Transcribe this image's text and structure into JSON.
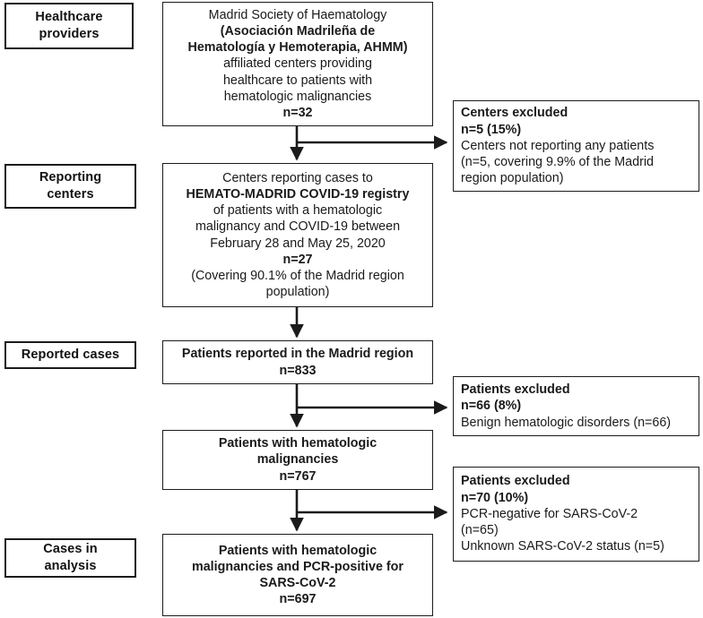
{
  "diagram": {
    "title": "HEMATO-MADRID COVID-19 registry patient flow diagram",
    "type": "flowchart",
    "line_color": "#1b1b1b",
    "background": "#ffffff"
  },
  "stage_labels": [
    {
      "id": "healthcare-providers",
      "lines": [
        "Healthcare",
        "providers"
      ]
    },
    {
      "id": "reporting-centers",
      "lines": [
        "Reporting",
        "centers"
      ]
    },
    {
      "id": "reported-cases",
      "lines": [
        "Reported cases"
      ]
    },
    {
      "id": "cases-in-analysis",
      "lines": [
        "Cases in",
        "analysis"
      ]
    }
  ],
  "main_boxes": [
    {
      "id": "healthcare-providers-box",
      "lines": [
        {
          "text": "Madrid Society of Haematology",
          "bold": false
        },
        {
          "text": "(Asociación Madrileña de",
          "bold": true
        },
        {
          "text": "Hematología y Hemoterapia, AHMM)",
          "bold": true
        },
        {
          "text": "affiliated centers providing",
          "bold": false
        },
        {
          "text": "healthcare to patients with",
          "bold": false
        },
        {
          "text": "hematologic malignancies",
          "bold": false
        },
        {
          "text": "n=32",
          "bold": true
        }
      ],
      "n": 32
    },
    {
      "id": "reporting-centers-box",
      "lines": [
        {
          "text": "Centers reporting cases to",
          "bold": false
        },
        {
          "text": "HEMATO-MADRID  COVID-19 registry",
          "bold": true
        },
        {
          "text": "of patients with a hematologic",
          "bold": false
        },
        {
          "text": "malignancy and COVID-19  between",
          "bold": false
        },
        {
          "text": "February 28 and May 25, 2020",
          "bold": false
        },
        {
          "text": "n=27",
          "bold": true
        },
        {
          "text": "(Covering  90.1% of the Madrid region",
          "bold": false
        },
        {
          "text": "population)",
          "bold": false
        }
      ],
      "n": 27
    },
    {
      "id": "reported-cases-box",
      "lines": [
        {
          "text": "Patients reported in the Madrid region",
          "bold": true
        },
        {
          "text": "n=833",
          "bold": true
        }
      ],
      "n": 833
    },
    {
      "id": "hematologic-malignancies-box",
      "lines": [
        {
          "text": "Patients with hematologic",
          "bold": true
        },
        {
          "text": "malignancies",
          "bold": true
        },
        {
          "text": "n=767",
          "bold": true
        }
      ],
      "n": 767
    },
    {
      "id": "final-analysis-box",
      "lines": [
        {
          "text": "Patients with hematologic",
          "bold": true
        },
        {
          "text": "malignancies and PCR-positive  for",
          "bold": true
        },
        {
          "text": "SARS-CoV-2",
          "bold": true
        },
        {
          "text": "n=697",
          "bold": true
        }
      ],
      "n": 697
    }
  ],
  "exclusion_boxes": [
    {
      "id": "centers-excluded-box",
      "lines": [
        {
          "text": "Centers excluded",
          "bold": true
        },
        {
          "text": "n=5 (15%)",
          "bold": true
        },
        {
          "text": "Centers not reporting any patients",
          "bold": false
        },
        {
          "text": "(n=5, covering  9.9% of the Madrid",
          "bold": false
        },
        {
          "text": "region population)",
          "bold": false
        }
      ],
      "n": 5,
      "percent": "15%"
    },
    {
      "id": "patients-excluded-benign-box",
      "lines": [
        {
          "text": "Patients excluded",
          "bold": true
        },
        {
          "text": "n=66 (8%)",
          "bold": true
        },
        {
          "text": "Benign hematologic disorders (n=66)",
          "bold": false
        }
      ],
      "n": 66,
      "percent": "8%"
    },
    {
      "id": "patients-excluded-pcr-box",
      "lines": [
        {
          "text": "Patients excluded",
          "bold": true
        },
        {
          "text": "n=70 (10%)",
          "bold": true
        },
        {
          "text": "PCR-negative  for SARS-CoV-2",
          "bold": false
        },
        {
          "text": "(n=65)",
          "bold": false
        },
        {
          "text": "Unknown  SARS-CoV-2  status (n=5)",
          "bold": false
        }
      ],
      "n": 70,
      "percent": "10%"
    }
  ]
}
